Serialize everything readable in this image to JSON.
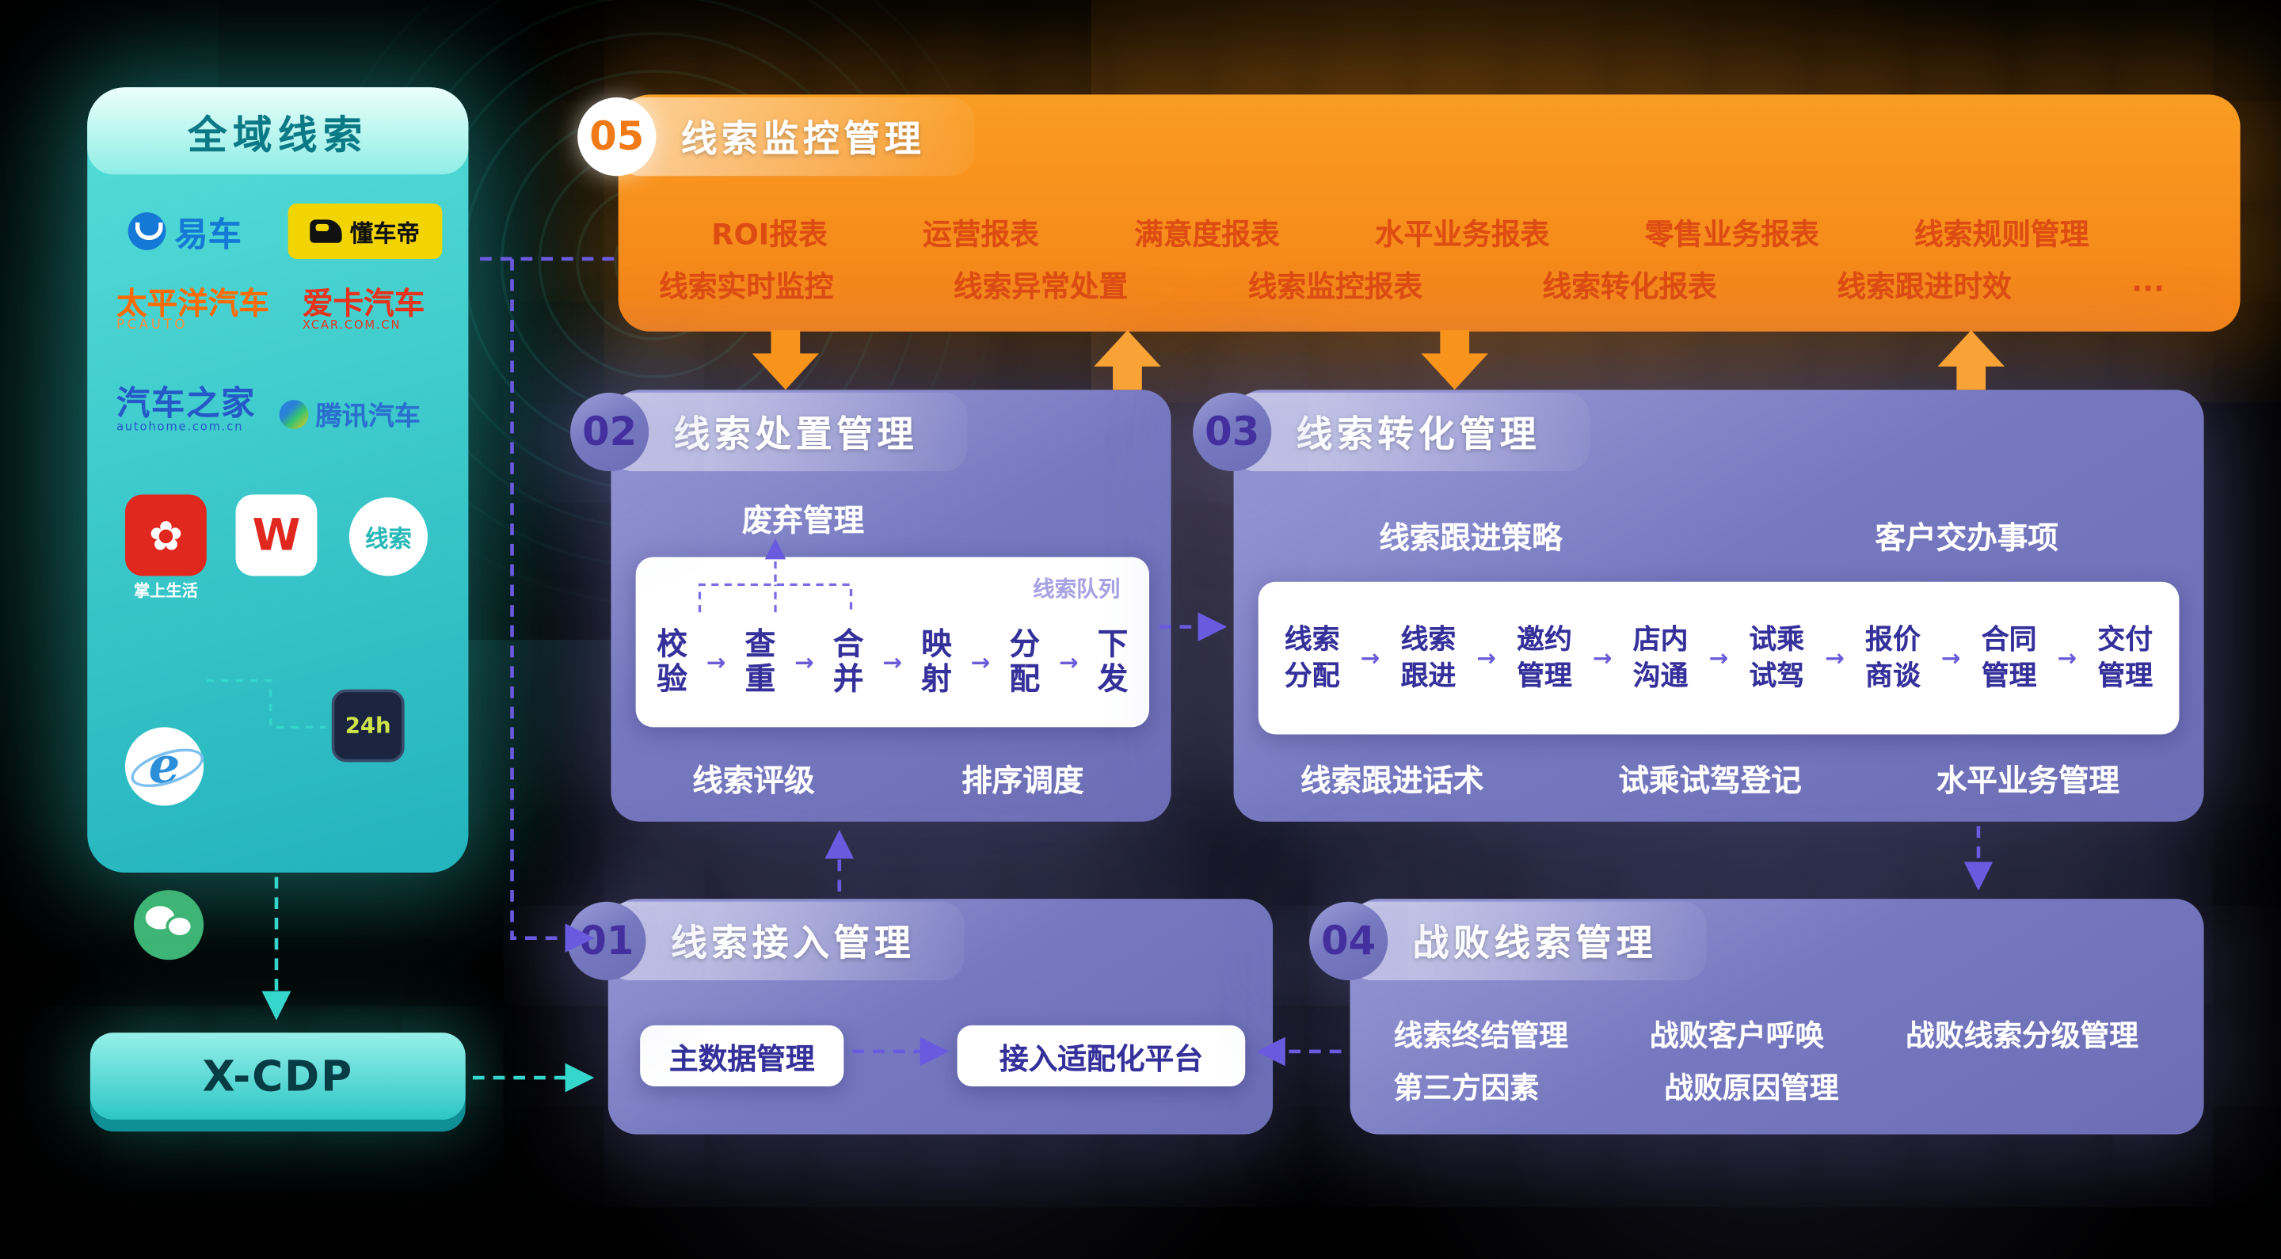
{
  "icons": {
    "arrow_right": "→",
    "flower": "✿",
    "ie_letter": "e",
    "w_letter": "W"
  },
  "source": {
    "title": "全域线索",
    "logos": {
      "yiche": {
        "text": "易车"
      },
      "dongchedi": {
        "text": "懂车帝"
      },
      "pcauto": {
        "text": "太平洋汽车",
        "sub": "PCAUTO"
      },
      "xcar": {
        "text": "爱卡汽车",
        "sub": "XCAR.COM.CN"
      },
      "autohome": {
        "text": "汽车之家",
        "sub": "autohome.com.cn"
      },
      "tencent_auto": {
        "text": "腾讯汽车"
      },
      "zhangshang": {
        "label": "掌上生活"
      },
      "clue_badge": {
        "text": "线索"
      },
      "hotline": {
        "text": "24h"
      }
    }
  },
  "xcdp": {
    "label": "X-CDP"
  },
  "monitor": {
    "number": "05",
    "title": "线索监控管理",
    "row1": [
      "ROI报表",
      "运营报表",
      "满意度报表",
      "水平业务报表",
      "零售业务报表",
      "线索规则管理"
    ],
    "row2": [
      "线索实时监控",
      "线索异常处置",
      "线索监控报表",
      "线索转化报表",
      "线索跟进时效",
      "..."
    ]
  },
  "disposal": {
    "number": "02",
    "title": "线索处置管理",
    "top_label": "废弃管理",
    "queue_label": "线索队列",
    "steps": [
      "校验",
      "查重",
      "合并",
      "映射",
      "分配",
      "下发"
    ],
    "bottom_labels": [
      "线索评级",
      "排序调度"
    ]
  },
  "conversion": {
    "number": "03",
    "title": "线索转化管理",
    "top_labels": [
      "线索跟进策略",
      "客户交办事项"
    ],
    "steps": [
      "线索分配",
      "线索跟进",
      "邀约管理",
      "店内沟通",
      "试乘试驾",
      "报价商谈",
      "合同管理",
      "交付管理"
    ],
    "bottom_labels": [
      "线索跟进话术",
      "试乘试驾登记",
      "水平业务管理"
    ]
  },
  "access": {
    "number": "01",
    "title": "线索接入管理",
    "boxes": [
      "主数据管理",
      "接入适配化平台"
    ]
  },
  "defeat": {
    "number": "04",
    "title": "战败线索管理",
    "row1": [
      "线索终结管理",
      "战败客户呼唤",
      "战败线索分级管理"
    ],
    "row2": [
      "第三方因素",
      "战败原因管理"
    ]
  }
}
